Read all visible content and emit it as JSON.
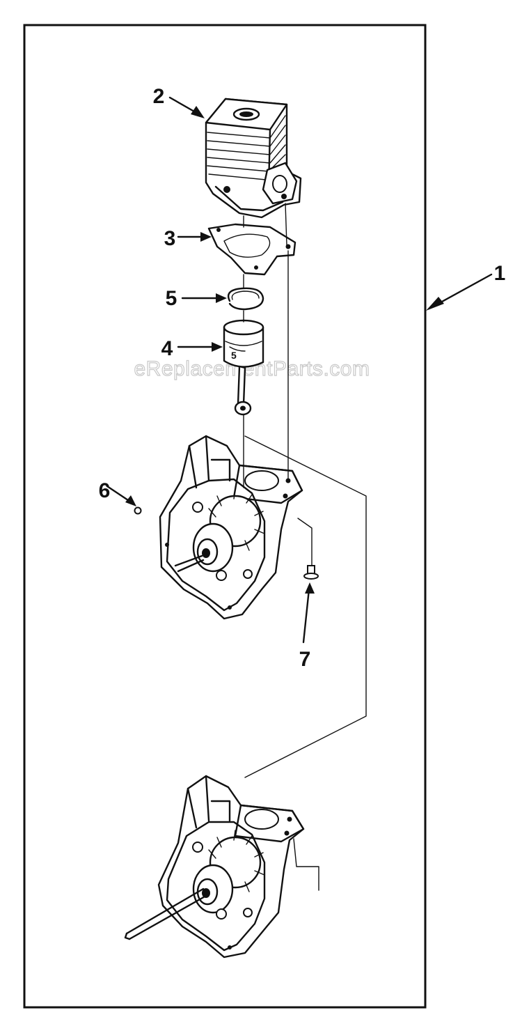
{
  "watermark": "eReplacementParts.com",
  "callouts": {
    "assembly": "1",
    "cylinder": "2",
    "gasket": "3",
    "piston": "4",
    "piston_ring": "5",
    "pin": "6",
    "screw": "7"
  }
}
